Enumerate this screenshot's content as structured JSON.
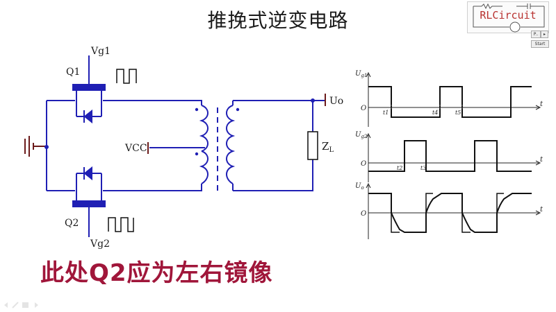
{
  "slide": {
    "title": "推挽式逆变电路",
    "note": "此处Q2应为左右镜像"
  },
  "circuit": {
    "q1_label": "Q1",
    "q2_label": "Q2",
    "vg1_label": "Vg1",
    "vg2_label": "Vg2",
    "vcc_label": "VCC",
    "uo_label": "Uo",
    "zl_label": "Z",
    "zl_sub": "L"
  },
  "waveforms": {
    "axis_zero": "O",
    "t_axis": "t",
    "ug1_label": "U",
    "ug1_sub": "g1",
    "ug2_label": "U",
    "ug2_sub": "g2",
    "uo_label": "U",
    "uo_sub": "o",
    "t1": "t1",
    "t2": "t2",
    "t3": "t3",
    "t4": "t4",
    "t5": "t5"
  },
  "logo": {
    "text": "RLCircuit"
  },
  "player": {
    "p_label": "P..",
    "start_label": "Start"
  },
  "colors": {
    "wire": "#1f1fb4",
    "note": "#a0163a",
    "logo": "#b8312f",
    "ground": "#6b1a1a"
  }
}
